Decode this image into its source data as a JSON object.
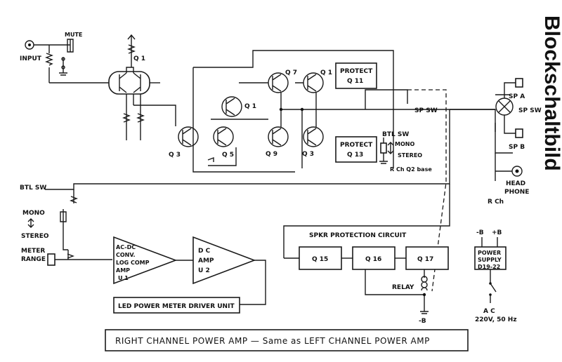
{
  "side_title": "Blockschaltbild",
  "labels": {
    "input": "INPUT",
    "mute": "MUTE",
    "q1_top": "Q 1",
    "q1_mid": "Q 1",
    "q1_right": "Q 1",
    "q7": "Q 7",
    "q3_left": "Q 3",
    "q5": "Q 5",
    "q9": "Q 9",
    "q3_right": "Q 3",
    "protect_q11_a": "PROTECT",
    "protect_q11_b": "Q 11",
    "protect_q13_a": "PROTECT",
    "protect_q13_b": "Q 13",
    "sp_sw_small": "SP SW",
    "btl_sw_small": "BTL SW",
    "mono_small": "MONO",
    "stereo_small": "STEREO",
    "r_ch_q2": "R Ch Q2 base",
    "sp_a": "SP A",
    "sp_sw": "SP SW",
    "sp_b": "SP B",
    "head_phone_a": "HEAD",
    "head_phone_b": "PHONE",
    "r_ch": "R Ch",
    "btl_sw": "BTL SW",
    "mono": "MONO",
    "stereo": "STEREO",
    "meter_a": "METER",
    "meter_b": "RANGE",
    "u1_a": "AC-DC",
    "u1_b": "CONV.",
    "u1_c": "LOG COMP",
    "u1_d": "AMP",
    "u1_e": "U 1",
    "u2_a": "D C",
    "u2_b": "AMP",
    "u2_c": "U 2",
    "led_unit": "LED POWER METER DRIVER UNIT",
    "spkr": "SPKR  PROTECTION  CIRCUIT",
    "q15": "Q 15",
    "q16": "Q 16",
    "q17": "Q 17",
    "relay": "RELAY",
    "minus_b_relay": "-B",
    "minus_b": "-B",
    "plus_b": "+B",
    "ps_a": "POWER",
    "ps_b": "SUPPLY",
    "ps_c": "D19-22",
    "ac": "A C",
    "ac_spec": "220V, 50 Hz",
    "footer": "RIGHT  CHANNEL  POWER  AMP  —  Same  as  LEFT  CHANNEL  POWER  AMP"
  }
}
